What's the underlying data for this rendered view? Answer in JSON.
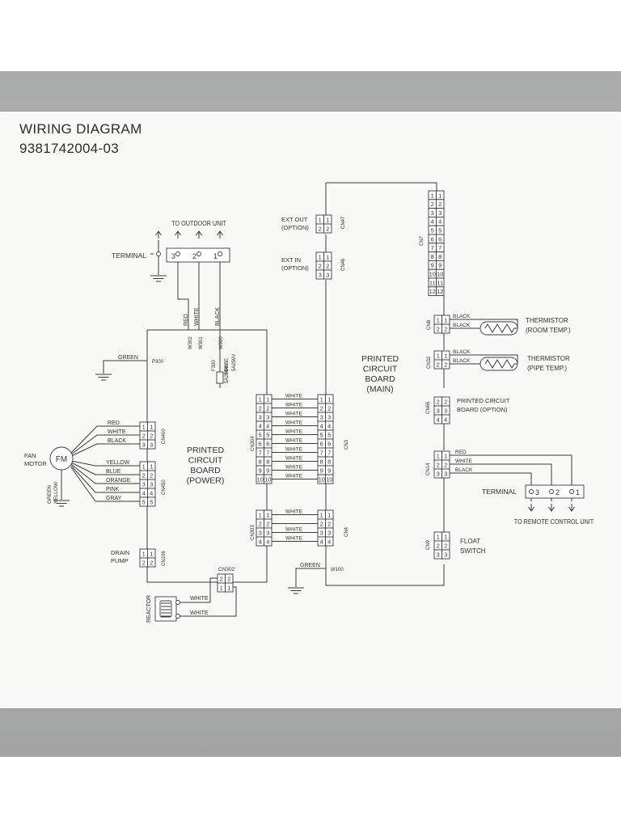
{
  "header": {
    "title": "WIRING DIAGRAM",
    "part_number": "9381742004-03"
  },
  "terminal_outdoor": {
    "label": "TERMINAL",
    "caption": "TO  OUTDOOR  UNIT",
    "pins": [
      "3",
      "2",
      "1"
    ],
    "wires": [
      "RED",
      "WHITE",
      "BLACK"
    ],
    "wire_codes": [
      "W302",
      "W301",
      "W300"
    ]
  },
  "fuse": {
    "code": "F300",
    "text": [
      "FUSE",
      "5A250V"
    ]
  },
  "ground_power": {
    "wire": "GREEN",
    "code": "P300"
  },
  "fan_motor": {
    "label": [
      "FAN",
      "MOTOR"
    ],
    "symbol": "FM",
    "ground_wire": [
      "GREEN",
      "YELLOW"
    ],
    "cn400_wires": [
      "RED",
      "WHITE",
      "BLACK"
    ],
    "cn400_pins": [
      "1",
      "2",
      "3"
    ],
    "cn400_name": "CN400",
    "cn450_wires": [
      "YELLOW",
      "BLUE",
      "ORANGE",
      "PINK",
      "GRAY"
    ],
    "cn450_pins": [
      "1",
      "2",
      "3",
      "4",
      "5"
    ],
    "cn450_name": "CN450"
  },
  "drain_pump": {
    "label": [
      "DRAIN",
      "PUMP"
    ],
    "pins": [
      "1",
      "2"
    ],
    "name": "CN106"
  },
  "power_board": {
    "label": [
      "PRINTED",
      "CIRCUIT",
      "BOARD",
      "(POWER)"
    ]
  },
  "main_board": {
    "label": [
      "PRINTED",
      "CIRCUIT",
      "BOARD",
      "(MAIN)"
    ]
  },
  "reactor": {
    "label": "REACTOR",
    "connector": "CN302",
    "pins": [
      "2",
      "1"
    ],
    "wires": [
      "WHITE",
      "WHITE"
    ]
  },
  "bus_cn304_cn3": {
    "left_name": "CN304",
    "right_name": "CN3",
    "wire": "WHITE",
    "pins": [
      "1",
      "2",
      "3",
      "4",
      "5",
      "6",
      "7",
      "8",
      "9",
      "10"
    ]
  },
  "bus_cn303_cn4": {
    "left_name": "CN303",
    "right_name": "CN4",
    "wire": "WHITE",
    "pins": [
      "1",
      "2",
      "3",
      "4"
    ]
  },
  "ext_out": {
    "label": [
      "EXT  OUT",
      "(OPTION)"
    ],
    "pins": [
      "1",
      "2"
    ],
    "name": "CN47"
  },
  "ext_in": {
    "label": [
      "EXT  IN",
      "(OPTION)"
    ],
    "pins": [
      "1",
      "2",
      "3"
    ],
    "name": "CN46"
  },
  "cn7": {
    "name": "CN7",
    "pins": [
      "1",
      "2",
      "3",
      "4",
      "5",
      "6",
      "7",
      "8",
      "9",
      "10",
      "11",
      "12"
    ]
  },
  "thermistor_room": {
    "name": "CN8",
    "pins": [
      "1",
      "2"
    ],
    "wires": [
      "BLACK",
      "BLACK"
    ],
    "label": [
      "THERMISTOR",
      "(ROOM TEMP.)"
    ]
  },
  "thermistor_pipe": {
    "name": "CN32",
    "pins": [
      "1",
      "2"
    ],
    "wires": [
      "BLACK",
      "BLACK"
    ],
    "label": [
      "THERMISTOR",
      "(PIPE  TEMP.)"
    ]
  },
  "option_board": {
    "name": "CN65",
    "pins": [
      "2",
      "3",
      "4"
    ],
    "label": [
      "PRINTED CIRCUIT",
      "BOARD (OPTION)"
    ]
  },
  "remote_terminal": {
    "name": "CN14",
    "pins": [
      "1",
      "2",
      "3"
    ],
    "wires": [
      "RED",
      "WHITE",
      "BLACK"
    ],
    "label": "TERMINAL",
    "terminal_pins": [
      "3",
      "2",
      "1"
    ],
    "caption": "TO  REMOTE  CONTROL  UNIT"
  },
  "float_switch": {
    "name": "CN9",
    "pins": [
      "1",
      "2",
      "3"
    ],
    "label": [
      "FLOAT",
      "SWITCH"
    ]
  },
  "ground_main": {
    "wire": "GREEN",
    "code": "W100"
  }
}
